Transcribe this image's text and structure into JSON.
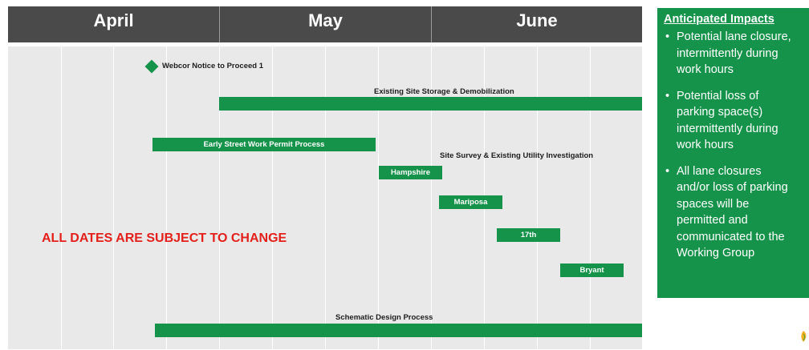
{
  "timeline": {
    "months": [
      "April",
      "May",
      "June"
    ]
  },
  "tasks": {
    "webcor_notice": "Webcor Notice to Proceed 1",
    "site_storage": "Existing Site Storage & Demobilization",
    "early_permit": "Early Street Work Permit Process",
    "site_survey": "Site Survey & Existing Utility Investigation",
    "hampshire": "Hampshire",
    "mariposa": "Mariposa",
    "seventeenth": "17th",
    "bryant": "Bryant",
    "schematic": "Schematic Design Process"
  },
  "warning": "ALL DATES ARE SUBJECT TO CHANGE",
  "impacts": {
    "title": "Anticipated Impacts",
    "items": [
      "Potential lane closure,\nintermittently during\nwork hours",
      "Potential loss of\nparking space(s)\nintermittently during\nwork hours",
      "All lane closures\nand/or loss of parking\nspaces will be\npermitted and\ncommunicated to the\nWorking Group"
    ],
    "bullet": "•"
  },
  "colors": {
    "accent_green": "#16934a",
    "header_gray": "#4a4a4a",
    "warning_red": "#e3201b"
  },
  "icons": {
    "milestone": "diamond-icon",
    "logo": "logo-leaf-icon"
  }
}
